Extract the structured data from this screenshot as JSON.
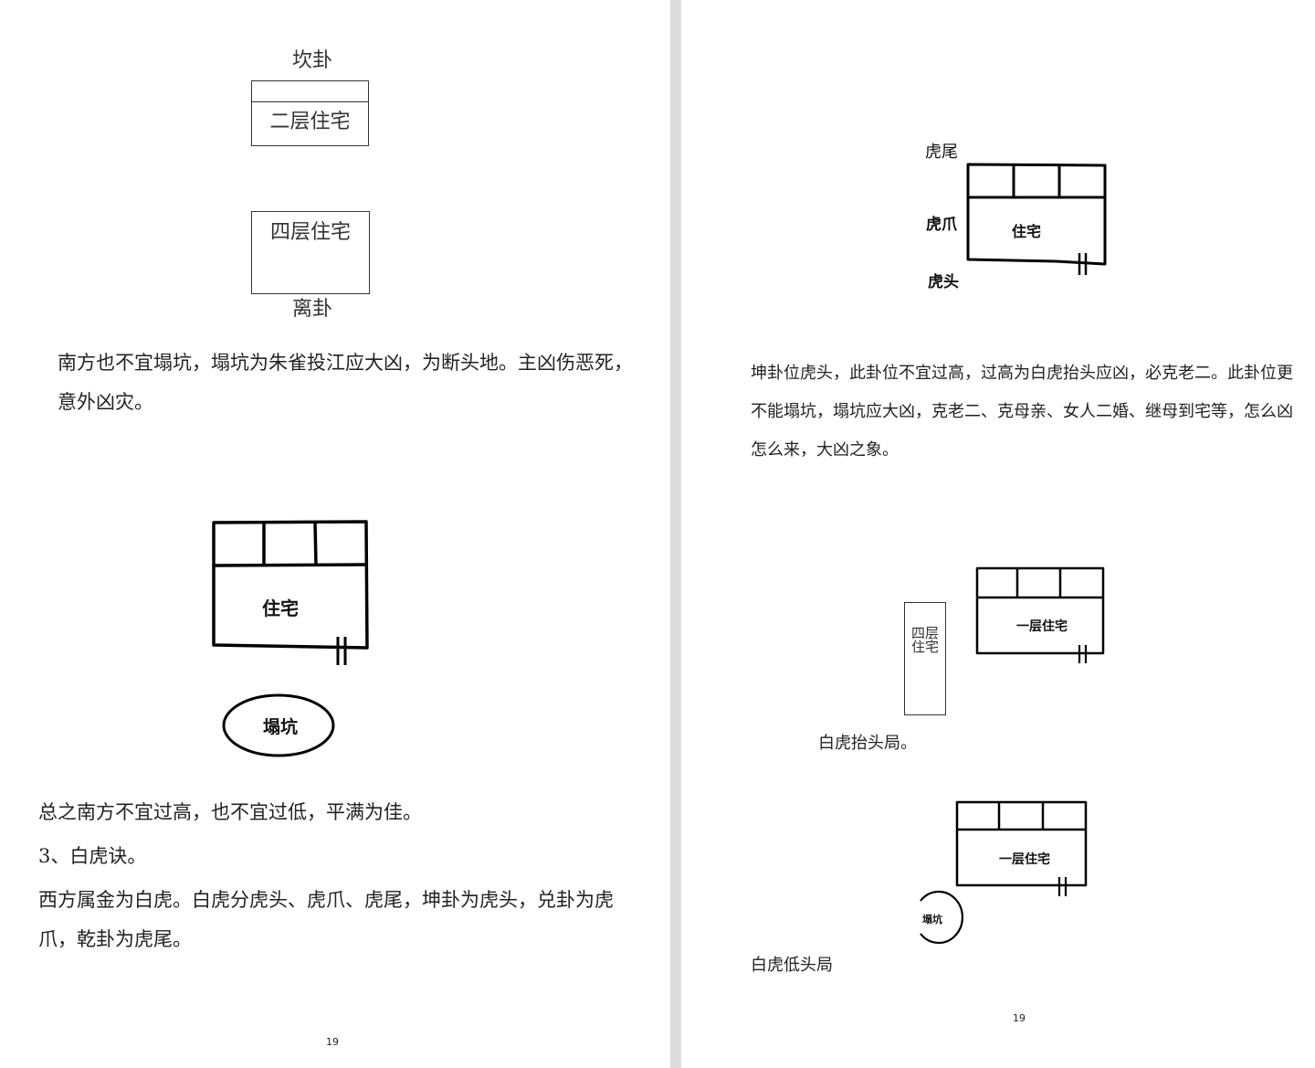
{
  "left_page": {
    "kan_gua_label": "坎卦",
    "house_two_floor": "二层住宅",
    "house_four_floor": "四层住宅",
    "li_gua_label": "离卦",
    "paragraph_south": "南方也不宜塌坑，塌坑为朱雀投江应大凶，为断头地。主凶伤恶死，意外凶灾。",
    "drawing_house": "住宅",
    "drawing_pit": "塌坑",
    "summary": "总之南方不宜过高，也不宜过低，平满为佳。",
    "section_heading": "3、白虎诀。",
    "paragraph_white_tiger": "西方属金为白虎。白虎分虎头、虎爪、虎尾，坤卦为虎头，兑卦为虎爪，乾卦为虎尾。",
    "page_number": "19"
  },
  "right_page": {
    "tiger_tail": "虎尾",
    "tiger_claw": "虎爪",
    "tiger_head": "虎头",
    "drawing_house": "住宅",
    "paragraph_kun": "坤卦位虎头，此卦位不宜过高，过高为白虎抬头应凶，必克老二。此卦位更不能塌坑，塌坑应大凶，克老二、克母亲、女人二婚、继母到宅等，怎么凶怎么来，大凶之象。",
    "tall_building": "四层住宅",
    "one_floor_house": "一层住宅",
    "caption_raise_head": "白虎抬头局。",
    "one_floor_house_2": "一层住宅",
    "pit_small": "塌坑",
    "caption_low_head": "白虎低头局",
    "page_number": "19"
  }
}
